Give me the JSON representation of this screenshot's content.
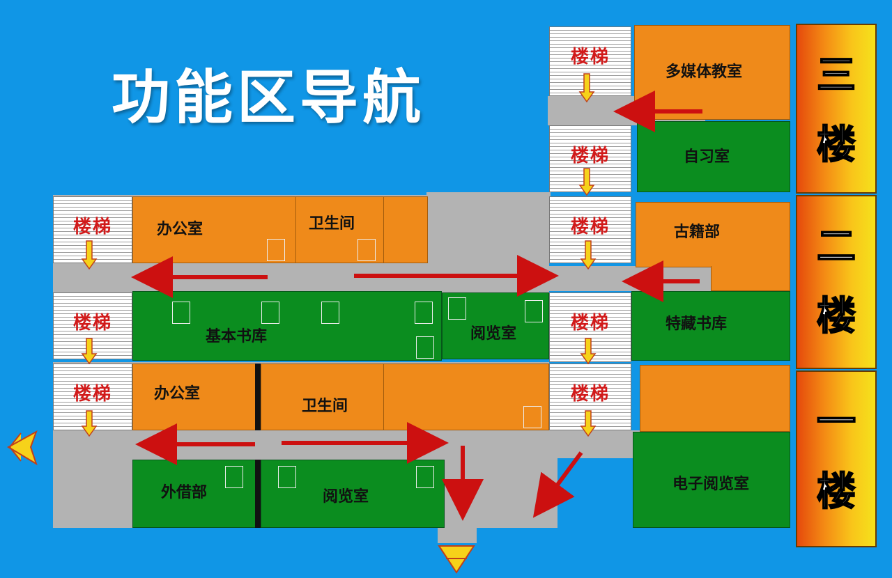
{
  "title": "功能区导航",
  "stair_label": "楼梯",
  "floor_panel": [
    {
      "chars": [
        "三",
        "楼"
      ]
    },
    {
      "chars": [
        "二",
        "楼"
      ]
    },
    {
      "chars": [
        "一",
        "楼"
      ]
    }
  ],
  "rooms": {
    "third_floor": {
      "multimedia": "多媒体教室",
      "self_study": "自习室"
    },
    "second_floor": {
      "office": "办公室",
      "restroom": "卫生间",
      "ancient_books": "古籍部",
      "basic_stacks": "基本书库",
      "reading_room": "阅览室",
      "special_collection": "特藏书库"
    },
    "first_floor": {
      "office": "办公室",
      "restroom": "卫生间",
      "lending": "外借部",
      "reading_room": "阅览室",
      "e_reading_room": "电子阅览室"
    }
  },
  "colors": {
    "background": "#1096e6",
    "corridor": "#b3b3b3",
    "orange_room": "#ef8a1a",
    "green_room": "#0b8d1f",
    "arrow": "#cc1010",
    "exit_arrow": "#f6d21a"
  }
}
